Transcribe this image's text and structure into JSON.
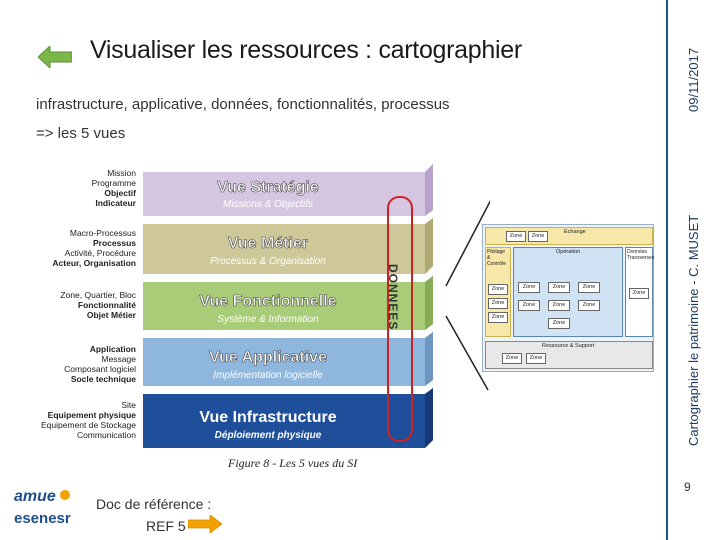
{
  "slide": {
    "title": "Visualiser les ressources : cartographier",
    "subtitle_line1": "infrastructure, applicative, données, fonctionnalités, processus",
    "subtitle_line2": "=> les 5 vues",
    "side_date": "09/11/2017",
    "side_author": "Cartographier le patrimoine - C. MUSET",
    "page_number": "9",
    "footer_line1": "Doc de référence :",
    "footer_line2": "REF 5",
    "logo_amue": "amue",
    "logo_esenesr": "esenesr"
  },
  "colors": {
    "accent_green": "#7ab648",
    "accent_orange": "#f2a100",
    "navy": "#1f4e8c"
  },
  "figure": {
    "caption": "Figure 8 - Les 5 vues du SI",
    "data_column": "DONNEES",
    "layers": [
      {
        "title": "Vue Stratégie",
        "subtitle": "Missions & Objectifs",
        "color": "#d7c6e2",
        "labels": [
          "Mission",
          "Programme",
          "Objectif",
          "Indicateur"
        ]
      },
      {
        "title": "Vue Métier",
        "subtitle": "Processus & Organisation",
        "color": "#cec79a",
        "labels": [
          "Macro-Processus",
          "Processus",
          "Activité, Procédure",
          "Acteur, Organisation"
        ]
      },
      {
        "title": "Vue Fonctionnelle",
        "subtitle": "Système & Information",
        "color": "#a8cc78",
        "labels": [
          "Zone, Quartier, Bloc",
          "Fonctionnalité",
          "Objet Métier"
        ]
      },
      {
        "title": "Vue Applicative",
        "subtitle": "Implémentation logicielle",
        "color": "#8fb6dd",
        "labels": [
          "Application",
          "Message",
          "Composant logiciel",
          "Socle technique"
        ]
      },
      {
        "title": "Vue Infrastructure",
        "subtitle": "Déploiement physique",
        "color": "#1f4e9a",
        "labels": [
          "Site",
          "Equipement physique",
          "Equipement de Stockage",
          "Communication"
        ]
      }
    ],
    "map": {
      "echange": "Echange",
      "operation": "Opération",
      "pilotage": "Pilotage & Contrôle",
      "donnees": "Données Transverses",
      "ressource": "Ressource & Support",
      "zone": "Zone"
    }
  }
}
